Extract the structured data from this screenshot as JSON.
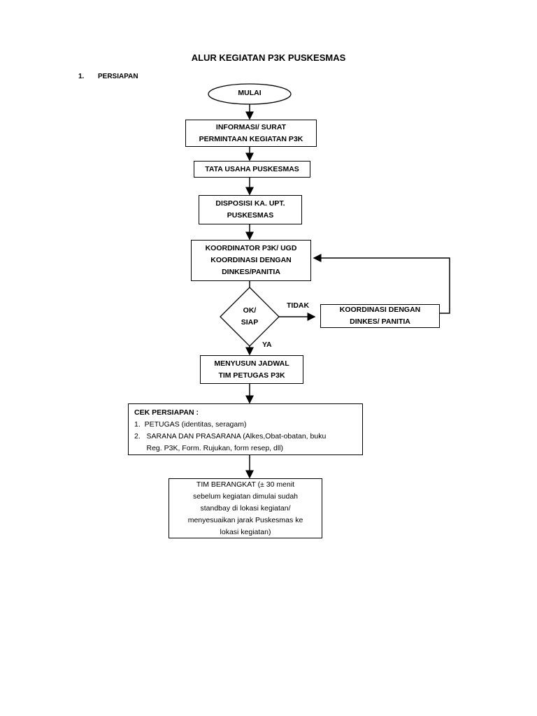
{
  "title": "ALUR KEGIATAN P3K PUSKESMAS",
  "section": {
    "number": "1.",
    "label": "PERSIAPAN"
  },
  "nodes": {
    "start": "MULAI",
    "info": [
      "INFORMASI/ SURAT",
      "PERMINTAAN KEGIATAN P3K"
    ],
    "tu": [
      "TATA USAHA PUSKESMAS"
    ],
    "disposisi": [
      "DISPOSISI KA. UPT.",
      "PUSKESMAS"
    ],
    "koordinator": [
      "KOORDINATOR P3K/ UGD",
      "KOORDINASI DENGAN",
      "DINKES/PANITIA"
    ],
    "decision": [
      "OK/",
      "SIAP"
    ],
    "koordinasi": [
      "KOORDINASI DENGAN",
      "DINKES/ PANITIA"
    ],
    "jadwal": [
      "MENYUSUN JADWAL",
      "TIM PETUGAS P3K"
    ],
    "cek": [
      "CEK PERSIAPAN :",
      "1.  PETUGAS (identitas, seragam)",
      "2.   SARANA DAN PRASARANA (Alkes,Obat-obatan, buku",
      "      Reg. P3K, Form. Rujukan, form resep, dll)"
    ],
    "berangkat": [
      "TIM BERANGKAT (± 30 menit",
      "sebelum kegiatan dimulai sudah",
      "standbay di lokasi kegiatan/",
      "menyesuaikan jarak Puskesmas ke",
      "lokasi kegiatan)"
    ]
  },
  "edge_labels": {
    "no": "TIDAK",
    "yes": "YA"
  }
}
